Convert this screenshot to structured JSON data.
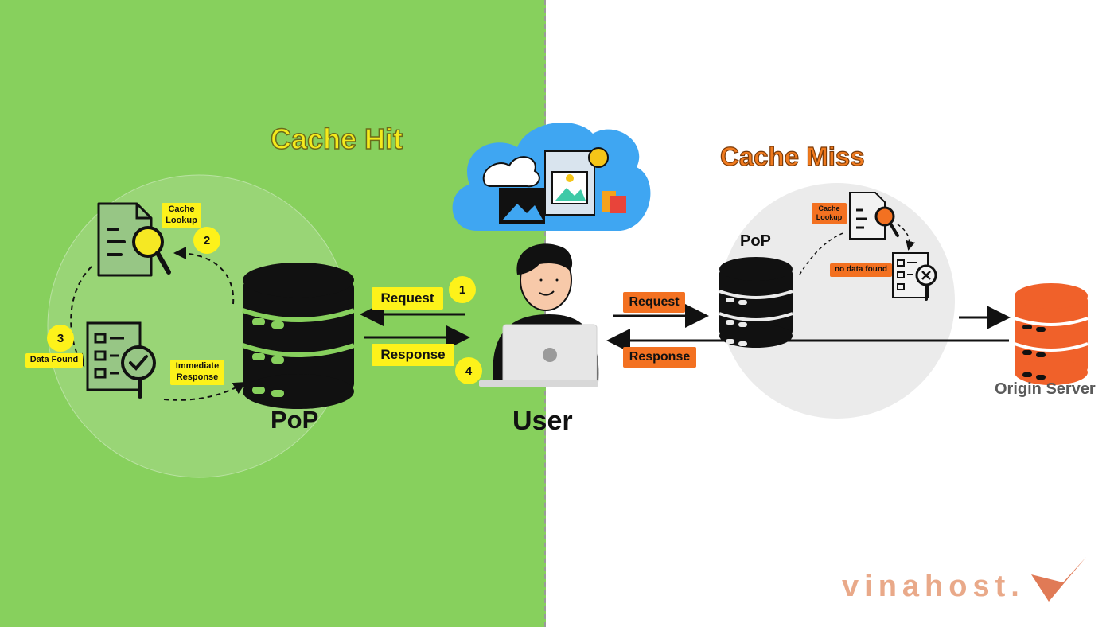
{
  "cache_hit": {
    "title": "Cache Hit",
    "cache_lookup": "Cache\nLookup",
    "data_found": "Data Found",
    "immediate_response": "Immediate\nResponse",
    "pop_label": "PoP",
    "request_label": "Request",
    "response_label": "Response",
    "steps": [
      "1",
      "2",
      "3",
      "4"
    ]
  },
  "user": {
    "label": "User"
  },
  "cache_miss": {
    "title": "Cache Miss",
    "cache_lookup": "Cache\nLookup",
    "no_data_found": "no data found",
    "pop_label": "PoP",
    "request_label": "Request",
    "response_label": "Response"
  },
  "origin": {
    "label": "Origin Server"
  },
  "brand": {
    "logo_text": "vinahost.",
    "color": "#e9a989"
  },
  "colors": {
    "hit_background": "#87d05d",
    "highlight_yellow": "#fdf21a",
    "highlight_orange": "#f37121",
    "origin_orange": "#f0612a"
  }
}
